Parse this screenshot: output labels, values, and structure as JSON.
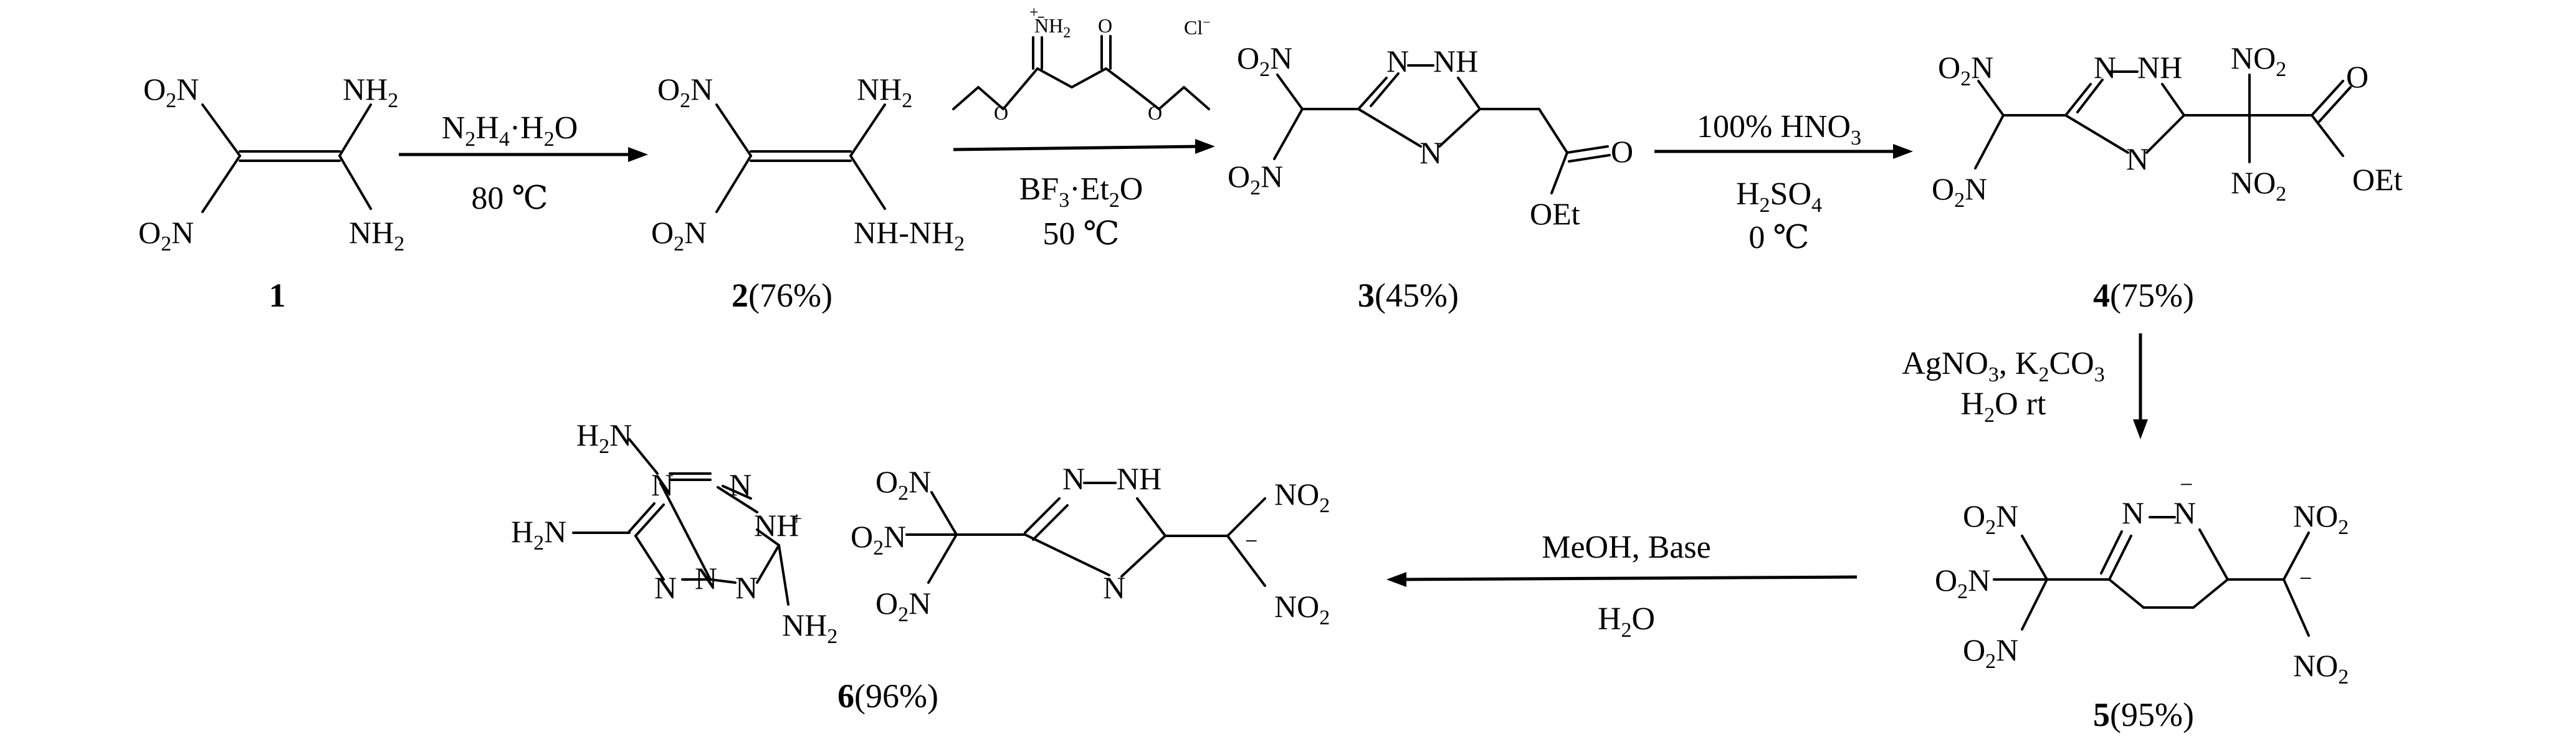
{
  "diagram": {
    "background_color": "#ffffff",
    "line_color": "#000000",
    "compounds": [
      {
        "id": "1",
        "number": "1",
        "yield": ""
      },
      {
        "id": "2",
        "number": "2",
        "yield": "(76%)"
      },
      {
        "id": "3",
        "number": "3",
        "yield": "(45%)"
      },
      {
        "id": "4",
        "number": "4",
        "yield": "(75%)"
      },
      {
        "id": "5",
        "number": "5",
        "yield": "(95%)"
      },
      {
        "id": "6",
        "number": "6",
        "yield": "(96%)"
      }
    ],
    "steps": [
      {
        "id": "1to2",
        "above": "N2H4·H2O",
        "below": "80 ℃"
      },
      {
        "id": "2to3",
        "reagent": "ethyl 3-ethoxy-3-iminopropanoate hydrochloride",
        "reagent_counterion": "Cl−",
        "below": "BF3·Et2O",
        "below2": "50 ℃"
      },
      {
        "id": "3to4",
        "above": "100% HNO3",
        "below": "H2SO4",
        "below2": "0 ℃"
      },
      {
        "id": "4to5",
        "line1": "AgNO3, K2CO3",
        "line2": "H2O rt"
      },
      {
        "id": "5to6",
        "above": "MeOH, Base",
        "below": "H2O"
      }
    ]
  }
}
